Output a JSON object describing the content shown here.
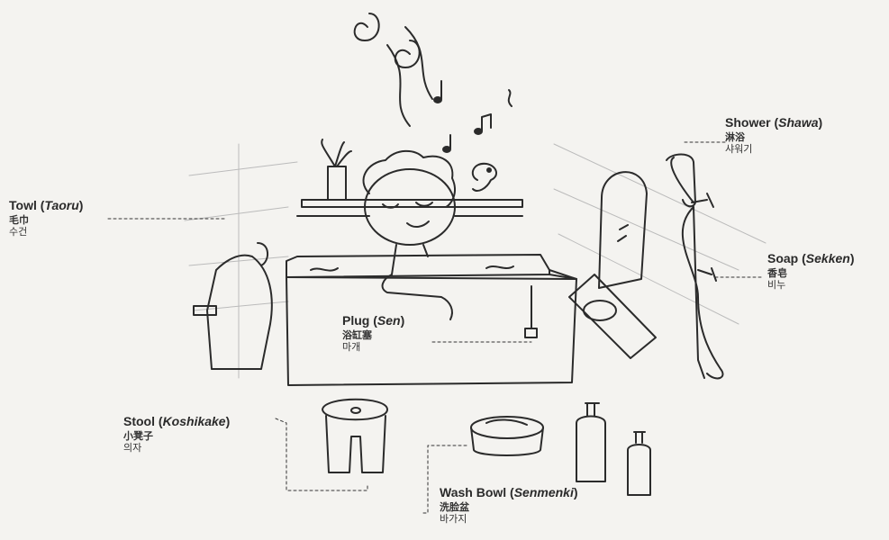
{
  "labels": {
    "towel": {
      "en": "Towl",
      "romaji": "Taoru",
      "ja": "毛巾",
      "ko": "수건"
    },
    "shower": {
      "en": "Shower",
      "romaji": "Shawa",
      "ja": "淋浴",
      "ko": "샤워기"
    },
    "soap": {
      "en": "Soap",
      "romaji": "Sekken",
      "ja": "香皂",
      "ko": "비누"
    },
    "plug": {
      "en": "Plug",
      "romaji": "Sen",
      "ja": "浴缸塞",
      "ko": "마개"
    },
    "stool": {
      "en": "Stool",
      "romaji": "Koshikake",
      "ja": "小凳子",
      "ko": "의자"
    },
    "washbowl": {
      "en": "Wash Bowl",
      "romaji": "Senmenki",
      "ja": "洗脸盆",
      "ko": "바가지"
    }
  }
}
